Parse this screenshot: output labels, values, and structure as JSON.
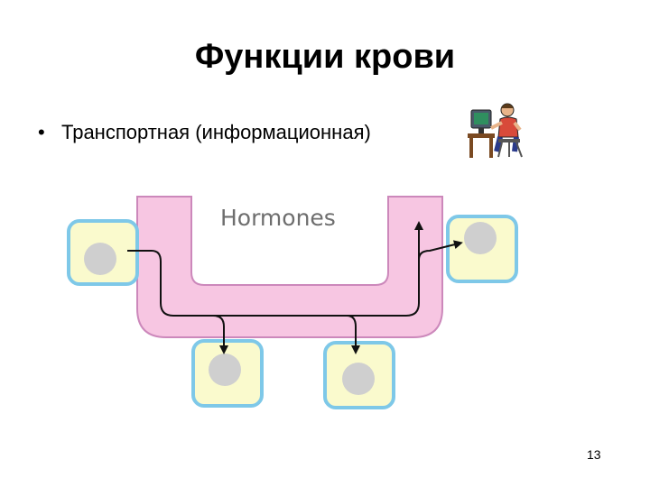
{
  "slide": {
    "title": "Функции крови",
    "bullet": "Транспортная (информационная)",
    "page_number": "13"
  },
  "diagram": {
    "label": "Hormones",
    "colors": {
      "vessel_fill": "#f7c6e2",
      "vessel_stroke": "#cc88bb",
      "cell_fill": "#fafacd",
      "cell_border": "#7ec8e8",
      "nucleus": "#cfcfcf",
      "arrow": "#111111"
    }
  },
  "clipart": {
    "icon": "person-at-computer-icon"
  }
}
